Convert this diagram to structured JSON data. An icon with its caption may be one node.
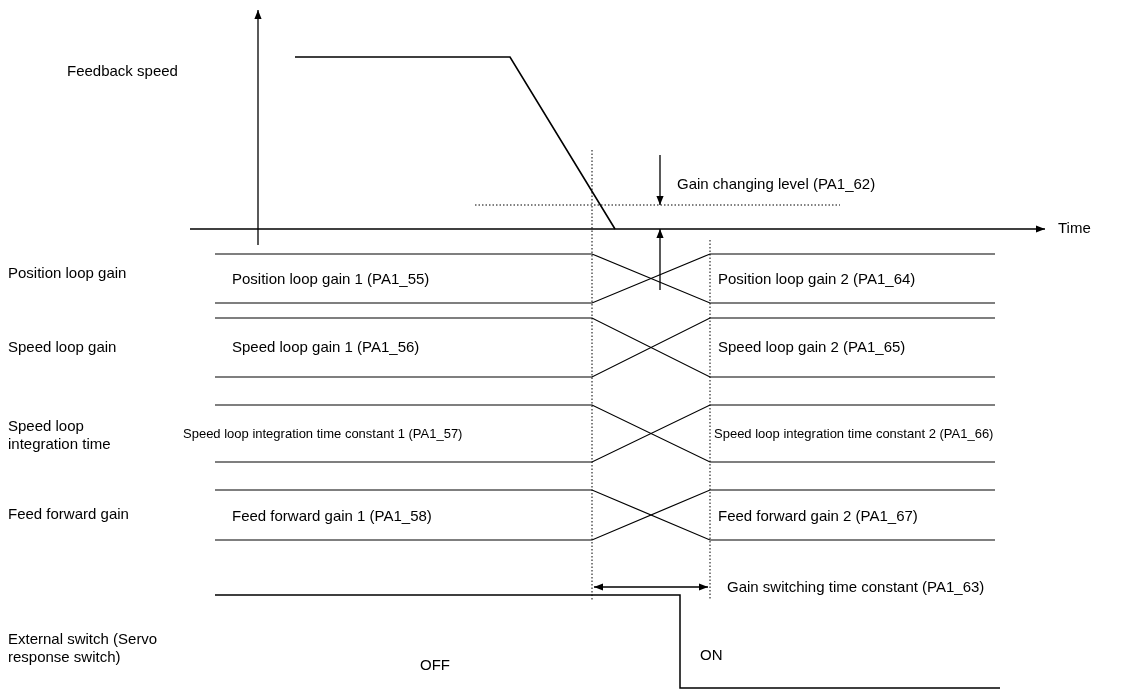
{
  "diagram": {
    "labels": [
      "Feedback speed",
      "Gain changing level (PA1_62)",
      "Time",
      "Position loop gain",
      "Position loop gain 1 (PA1_55)",
      "Position loop gain 2 (PA1_64)",
      "Speed loop gain",
      "Speed loop gain 1 (PA1_56)",
      "Speed loop gain 2 (PA1_65)",
      "Speed loop integration time",
      "Speed loop integration time constant 1 (PA1_57)",
      "Speed loop integration time constant 2 (PA1_66)",
      "Feed forward gain",
      "Feed forward gain 1 (PA1_58)",
      "Feed forward gain 2 (PA1_67)",
      "Gain switching time constant (PA1_63)",
      "External switch (Servo response switch)",
      "OFF",
      "ON"
    ]
  }
}
